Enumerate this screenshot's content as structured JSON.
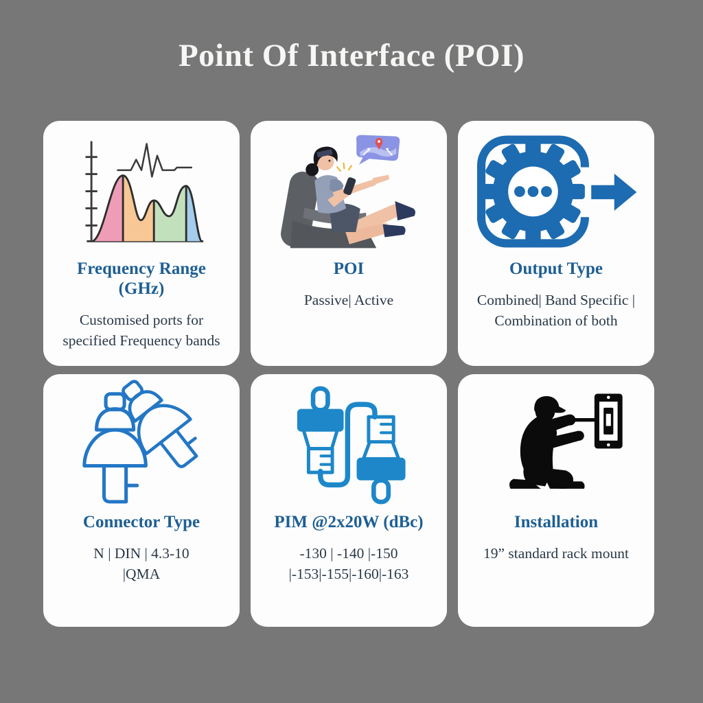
{
  "page": {
    "title": "Point Of Interface (POI)"
  },
  "colors": {
    "background_gray": "#787777",
    "card_white": "#fdfdfd",
    "title_white": "#f6f6f4",
    "heading_blue": "#1e5f94",
    "body_text": "#2a3948",
    "icon_gear_blue": "#1d6bb1",
    "icon_plug_blue": "#1d87c9",
    "icon_connector_outline_blue": "#2377c5",
    "icon_silhouette_black": "#0b0b0b",
    "chart_pink": "#ef9db6",
    "chart_orange": "#f7c795",
    "chart_green": "#c3e0bd",
    "chart_blue": "#a3cdea"
  },
  "cards": [
    {
      "id": "frequency-range",
      "icon": "spectrum-chart-icon",
      "title": "Frequency Range (GHz)",
      "description_lines": [
        "Customised ports for",
        "specified Frequency bands"
      ]
    },
    {
      "id": "poi",
      "icon": "person-pointing-poi-illustration",
      "title": "POI",
      "description_lines": [
        "Passive|  Active"
      ]
    },
    {
      "id": "output-type",
      "icon": "gear-output-arrow-icon",
      "title": "Output Type",
      "description_lines": [
        "Combined|  Band Specific  |",
        "Combination of both"
      ]
    },
    {
      "id": "connector-type",
      "icon": "rf-connectors-icon",
      "title": "Connector Type",
      "description_lines": [
        "N  |  DIN  |  4.3-10",
        "|QMA"
      ]
    },
    {
      "id": "pim",
      "icon": "cable-plugs-icon",
      "title": "PIM @2x20W (dBc)",
      "description_lines": [
        "-130  |  -140  |-150",
        "|-153|-155|-160|-163"
      ]
    },
    {
      "id": "installation",
      "icon": "technician-install-icon",
      "title": "Installation",
      "description_lines": [
        "19” standard rack mount"
      ]
    }
  ]
}
